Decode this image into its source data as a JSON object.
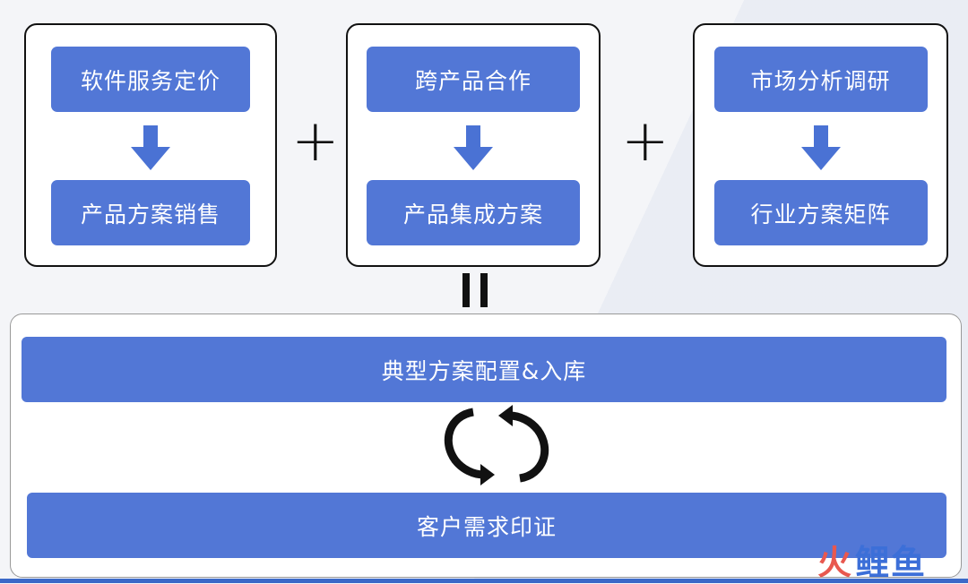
{
  "groups": [
    {
      "top": "软件服务定价",
      "bottom": "产品方案销售"
    },
    {
      "top": "跨产品合作",
      "bottom": "产品集成方案"
    },
    {
      "top": "市场分析调研",
      "bottom": "行业方案矩阵"
    }
  ],
  "operators": {
    "plus": "+"
  },
  "result": {
    "top": "典型方案配置&入库",
    "bottom": "客户需求印证"
  },
  "logo": {
    "mark": "火",
    "text": "鲤鱼"
  },
  "colors": {
    "box": "#5277d6",
    "accent_bar": "#3b69c8",
    "logo_mark": "#e8584f"
  }
}
